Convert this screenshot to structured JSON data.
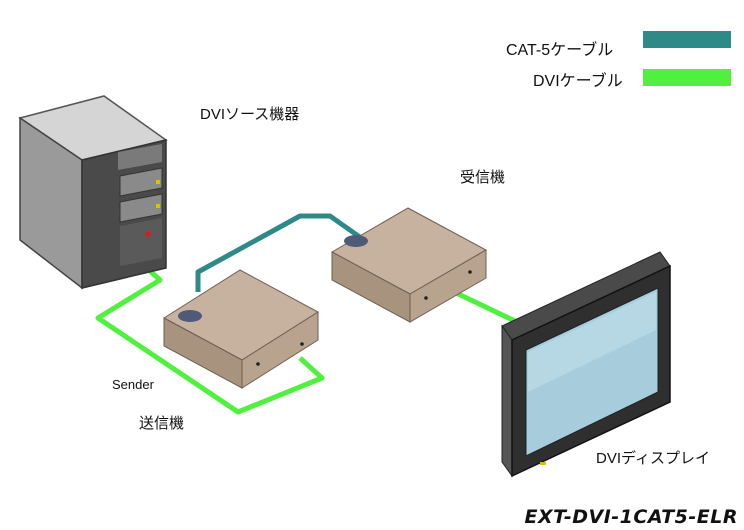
{
  "legend": {
    "cat5_label": "CAT-5ケーブル",
    "cat5_color": "#2e8a86",
    "dvi_label": "DVIケーブル",
    "dvi_color": "#4ff03e"
  },
  "labels": {
    "source": "DVIソース機器",
    "receiver": "受信機",
    "sender_en": "Sender",
    "sender_jp": "送信機",
    "display": "DVIディスプレイ"
  },
  "model": "EXT-DVI-1CAT5-ELR"
}
